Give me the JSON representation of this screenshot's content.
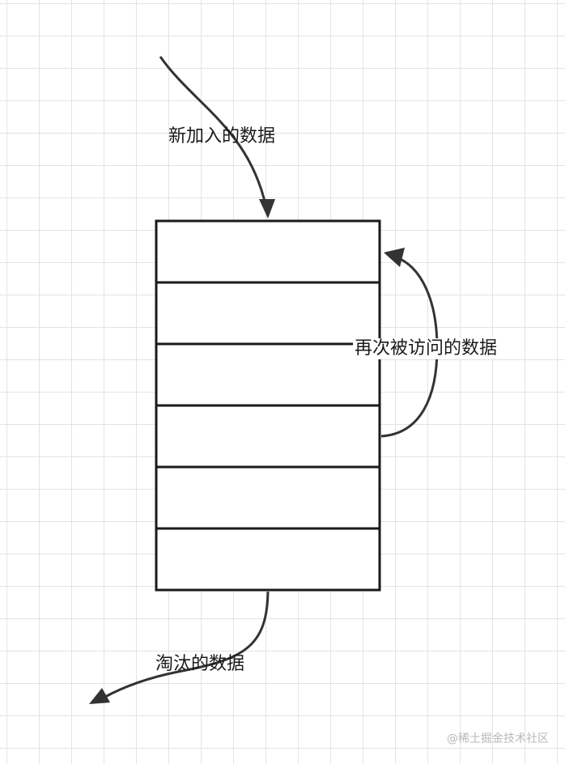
{
  "diagram": {
    "labels": {
      "new_data": "新加入的数据",
      "revisited_data": "再次被访问的数据",
      "evicted_data": "淘汰的数据"
    },
    "stack": {
      "slot_count": 6
    },
    "colors": {
      "stroke": "#1a1a1a",
      "arrow": "#333333",
      "grid": "#e3e3e3"
    }
  },
  "watermark": "@稀土掘金技术社区"
}
